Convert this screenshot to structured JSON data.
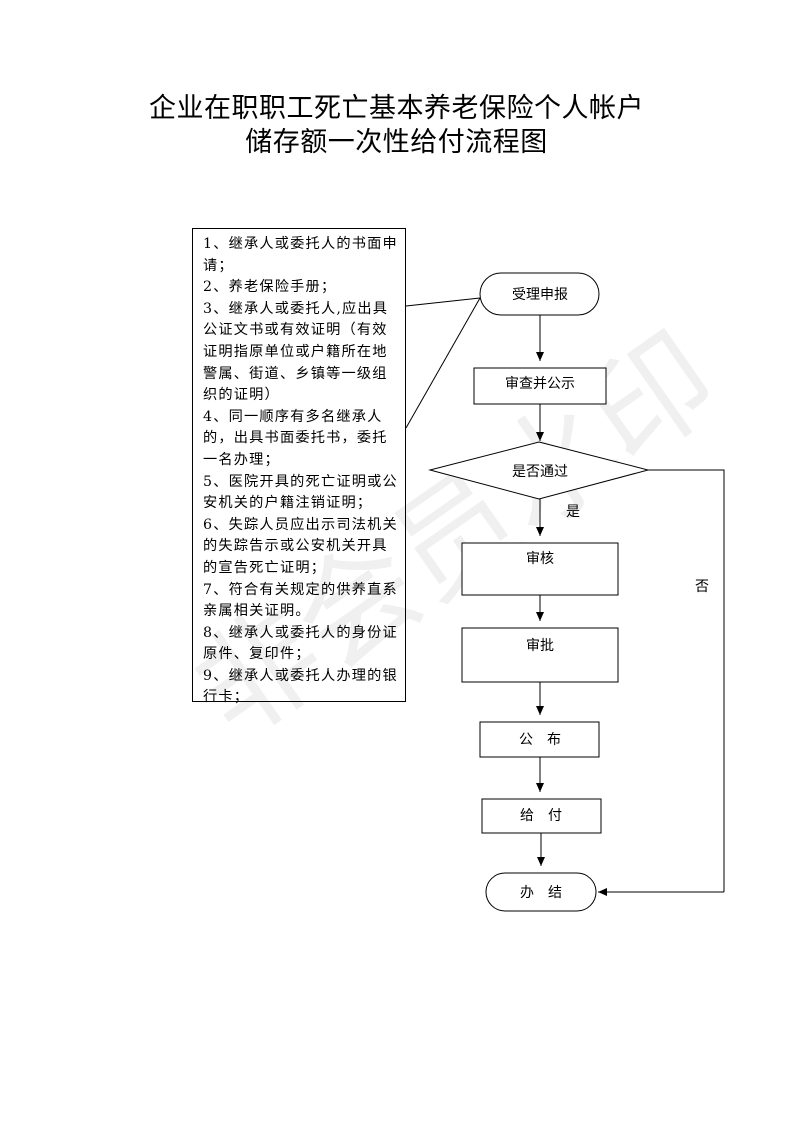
{
  "title_line1": "企业在职职工死亡基本养老保险个人帐户",
  "title_line2": "储存额一次性给付流程图",
  "requirements": [
    "1、继承人或委托人的书面申请；",
    "2、养老保险手册；",
    "3、继承人或委托人,应出具公证文书或有效证明（有效证明指原单位或户籍所在地警属、街道、乡镇等一级组织的证明）",
    "4、同一顺序有多名继承人的，出具书面委托书，委托一名办理；",
    "5、医院开具的死亡证明或公安机关的户籍注销证明；",
    "6、失踪人员应出示司法机关的失踪告示或公安机关开具的宣告死亡证明；",
    "7、符合有关规定的供养直系亲属相关证明。",
    "8、继承人或委托人的身份证原件、复印件；",
    "9、继承人或委托人办理的银行卡；"
  ],
  "nodes": {
    "apply": "受理申报",
    "review_publicize": "审查并公示",
    "decision": "是否通过",
    "audit": "审核",
    "approve": "审批",
    "announce": "公　布",
    "payment": "给　付",
    "complete": "办　结"
  },
  "edge_labels": {
    "yes": "是",
    "no": "否"
  }
}
